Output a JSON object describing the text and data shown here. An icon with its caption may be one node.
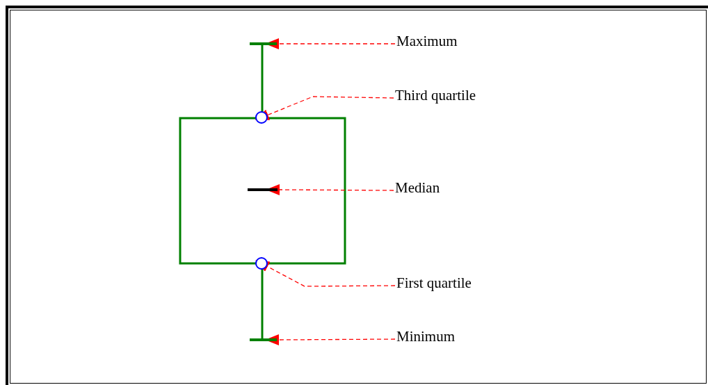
{
  "diagram": {
    "nodes": [
      {
        "text": [
          "Maximum"
        ]
      },
      {
        "text": [],
        "shape": "bar"
      },
      {
        "text": [
          "Third quartile"
        ]
      },
      {
        "text": [],
        "shape": "circle"
      },
      {
        "text": [
          "Median"
        ]
      },
      {
        "text": [],
        "shape": "bar"
      },
      {
        "text": [
          "First quartile"
        ]
      },
      {
        "text": [],
        "shape": "circle"
      },
      {
        "text": [
          "Minimum"
        ]
      },
      {
        "text": [],
        "shape": "bar"
      }
    ],
    "edges": [
      {
        "from": 0,
        "to": 1,
        "arrow": "to",
        "style": "dashed"
      },
      {
        "from": 2,
        "to": 3,
        "arrow": "to",
        "style": "dashed"
      },
      {
        "from": 4,
        "to": 5,
        "arrow": "to",
        "style": "dashed"
      },
      {
        "from": 6,
        "to": 7,
        "arrow": "to",
        "style": "dashed"
      },
      {
        "from": 8,
        "to": 9,
        "arrow": "to",
        "style": "dashed"
      }
    ]
  }
}
